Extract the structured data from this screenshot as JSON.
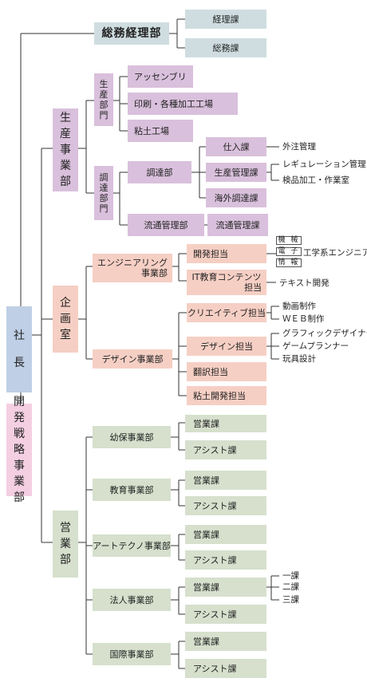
{
  "president": [
    "社",
    "長"
  ],
  "strategy": [
    "開",
    "発",
    "戦",
    "略",
    "事",
    "業",
    "部"
  ],
  "general_affairs": {
    "name": "総務経理部",
    "units": [
      "経理課",
      "総務課"
    ]
  },
  "production": {
    "name": [
      "生",
      "産",
      "事",
      "業",
      "部"
    ],
    "seisan_bumon": {
      "name": [
        "生",
        "産",
        "部",
        "門"
      ],
      "units": [
        "アッセンブリ",
        "印刷・各種加工工場",
        "粘土工場"
      ]
    },
    "chotatsu_bumon": {
      "name": [
        "調",
        "達",
        "部",
        "門"
      ],
      "chotatsu_bu": {
        "name": "調達部",
        "units": [
          "仕入課",
          "生産管理課",
          "海外調達課"
        ],
        "shiire_task": "外注管理",
        "seisan_tasks": [
          "レギュレーション管理",
          "検品加工・作業室"
        ]
      },
      "ryutsu_bu": {
        "name": "流通管理部",
        "unit": "流通管理課"
      }
    }
  },
  "planning": {
    "name": [
      "企",
      "画",
      "室"
    ],
    "engineering": {
      "name": [
        "エンジニアリング",
        "事業部"
      ],
      "kaihatsu": "開発担当",
      "kaihatsu_tags": [
        "機 械",
        "電 子",
        "情 報"
      ],
      "kaihatsu_role": "工学系エンジニア",
      "it": [
        "IT教育コンテンツ",
        "担当"
      ],
      "it_role": "テキスト開発"
    },
    "design": {
      "name": "デザイン事業部",
      "creative": "クリエイティブ担当",
      "creative_roles": [
        "動画制作",
        "ＷＥＢ制作"
      ],
      "design_tanto": "デザイン担当",
      "design_roles": [
        "グラフィックデザイナー",
        "ゲームプランナー",
        "玩具設計"
      ],
      "honyaku": "翻訳担当",
      "nendo": "粘土開発担当"
    }
  },
  "sales": {
    "name": [
      "営",
      "業",
      "部"
    ],
    "divisions": [
      {
        "name": "幼保事業部",
        "units": [
          "営業課",
          "アシスト課"
        ]
      },
      {
        "name": "教育事業部",
        "units": [
          "営業課",
          "アシスト課"
        ]
      },
      {
        "name": "アートテクノ事業部",
        "units": [
          "営業課",
          "アシスト課"
        ]
      },
      {
        "name": "法人事業部",
        "units": [
          "営業課",
          "アシスト課"
        ],
        "sections": [
          "一課",
          "二課",
          "三課"
        ]
      },
      {
        "name": "国際事業部",
        "units": [
          "営業課",
          "アシスト課"
        ]
      }
    ]
  },
  "colors": {
    "president": "#bfd0e6",
    "strategy": "#f4cfe2",
    "general": "#cfdde0",
    "production": "#d9c0dc",
    "planning": "#f6cfc4",
    "sales": "#d6e0cd",
    "line": "#333333"
  }
}
